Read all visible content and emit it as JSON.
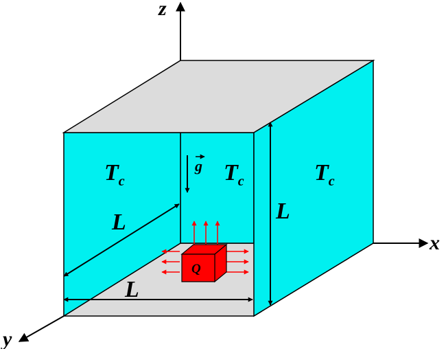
{
  "axes": {
    "x": "x",
    "y": "y",
    "z": "z"
  },
  "walls": {
    "left": {
      "label": "T",
      "subscript": "c"
    },
    "back": {
      "label": "T",
      "subscript": "c"
    },
    "right": {
      "label": "T",
      "subscript": "c"
    }
  },
  "gravity": {
    "label": "g"
  },
  "dimensions": {
    "depth": "L",
    "width": "L",
    "height": "L"
  },
  "source": {
    "label": "Q"
  },
  "colors": {
    "wall": "#00f0f0",
    "top": "#dcdcdc",
    "floor": "#dcdcdc",
    "source": "#ff0000",
    "arrow": "#ff0000",
    "line": "#000000"
  }
}
